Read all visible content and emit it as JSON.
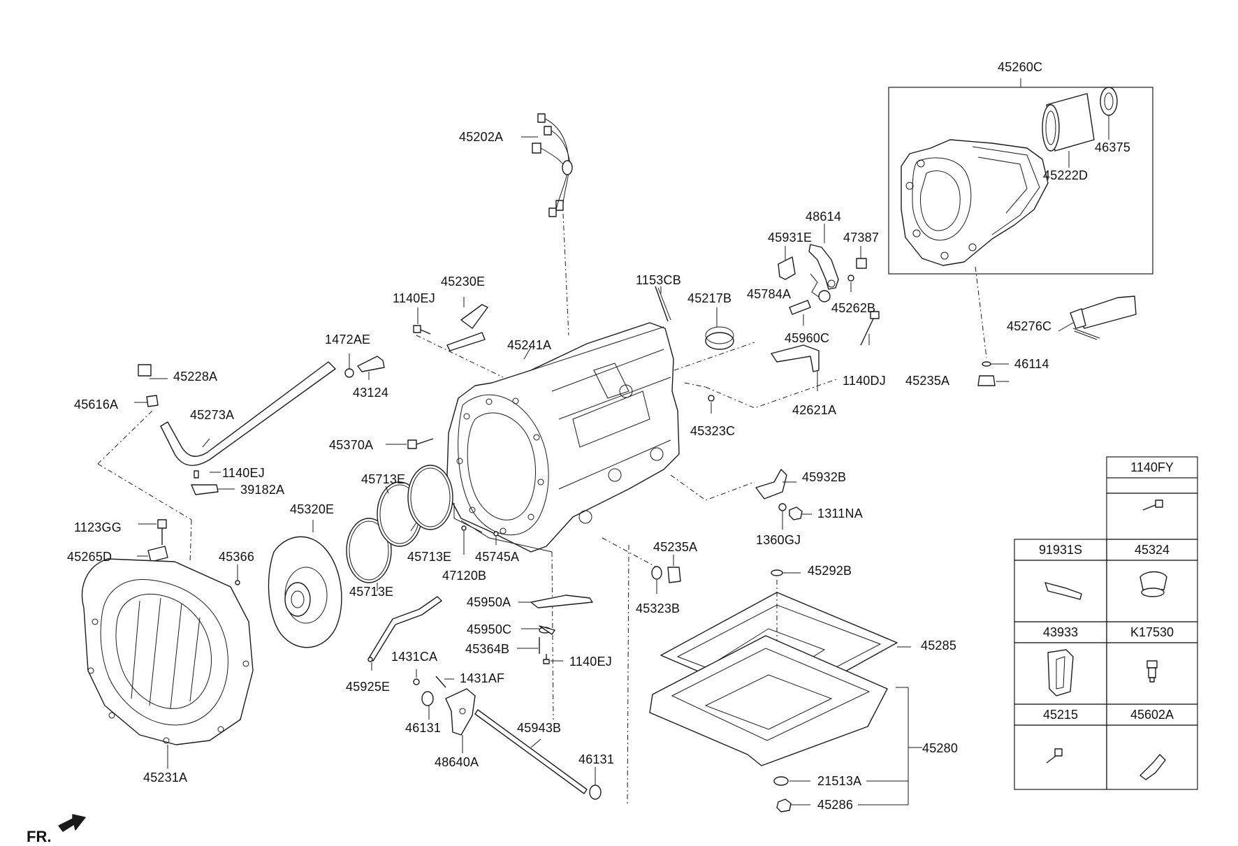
{
  "labels": {
    "45260C": "45260C",
    "46375": "46375",
    "45222D": "45222D",
    "45202A": "45202A",
    "48614": "48614",
    "45931E": "45931E",
    "47387": "47387",
    "45230E": "45230E",
    "1153CB": "1153CB",
    "45784A": "45784A",
    "45262B": "45262B",
    "1140EJ_top": "1140EJ",
    "45217B": "45217B",
    "45276C": "45276C",
    "1472AE": "1472AE",
    "45241A": "45241A",
    "45960C": "45960C",
    "45228A": "45228A",
    "43124": "43124",
    "46114": "46114",
    "45235A_top": "45235A",
    "1140DJ": "1140DJ",
    "45616A": "45616A",
    "42621A": "42621A",
    "45273A": "45273A",
    "45323C": "45323C",
    "45370A": "45370A",
    "1140EJ_mid": "1140EJ",
    "45932B": "45932B",
    "39182A": "39182A",
    "45713E_a": "45713E",
    "45320E": "45320E",
    "1311NA": "1311NA",
    "1123GG": "1123GG",
    "1360GJ": "1360GJ",
    "45366": "45366",
    "45713E_b": "45713E",
    "45745A": "45745A",
    "45235A_mid": "45235A",
    "45265D": "45265D",
    "47120B": "47120B",
    "45292B": "45292B",
    "45713E_c": "45713E",
    "45950A": "45950A",
    "45323B": "45323B",
    "45950C": "45950C",
    "45364B": "45364B",
    "45285": "45285",
    "1140EJ_low": "1140EJ",
    "1431CA": "1431CA",
    "1431AF": "1431AF",
    "45925E": "45925E",
    "45280": "45280",
    "46131_a": "46131",
    "45943B": "45943B",
    "48640A": "48640A",
    "46131_b": "46131",
    "21513A": "21513A",
    "45231A": "45231A",
    "45286": "45286"
  },
  "legend": {
    "cells": [
      "1140FY",
      "91931S",
      "45324",
      "43933",
      "K17530",
      "45215",
      "45602A"
    ]
  },
  "fr": "FR."
}
